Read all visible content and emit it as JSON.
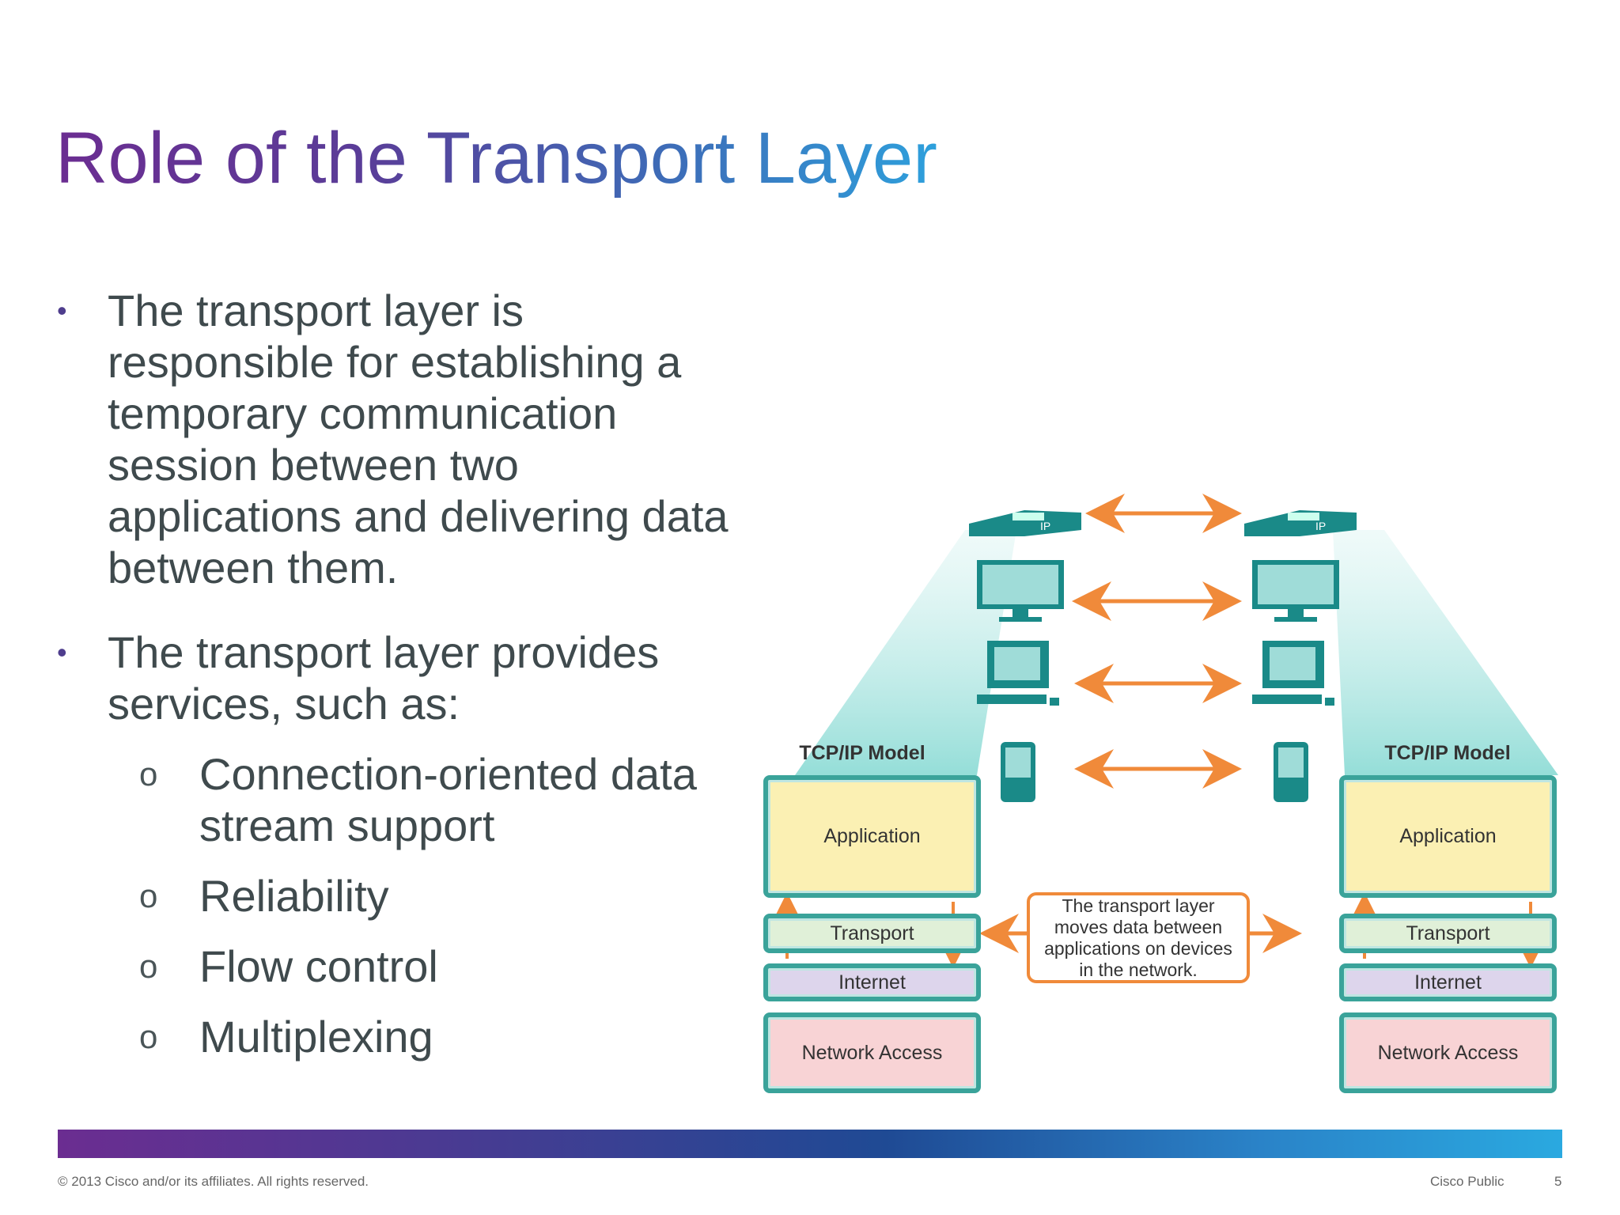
{
  "slide": {
    "title": "Role of the Transport Layer",
    "bullets": [
      "The transport layer is responsible for establishing a temporary communication session between two applications and delivering data between them.",
      "The transport layer provides services, such as:"
    ],
    "sub_bullets": [
      "Connection-oriented data stream support",
      "Reliability",
      "Flow control",
      "Multiplexing"
    ]
  },
  "diagram": {
    "left_model": {
      "title": "TCP/IP Model",
      "layers": [
        "Application",
        "Transport",
        "Internet",
        "Network Access"
      ]
    },
    "right_model": {
      "title": "TCP/IP Model",
      "layers": [
        "Application",
        "Transport",
        "Internet",
        "Network Access"
      ]
    },
    "callout": "The transport layer moves data between applications on devices in the network.",
    "devices": [
      "ip-phone",
      "video-monitor",
      "desktop-computer",
      "smartphone"
    ],
    "colors": {
      "teal": "#1f8d8c",
      "arrow": "#f08a3a",
      "application": "#fbf0b3",
      "transport": "#e0f0d8",
      "internet": "#ddd5ec",
      "network_access": "#f8d3d5"
    }
  },
  "footer": {
    "copyright": "© 2013 Cisco and/or its affiliates. All rights reserved.",
    "classification": "Cisco Public",
    "page_number": "5"
  }
}
